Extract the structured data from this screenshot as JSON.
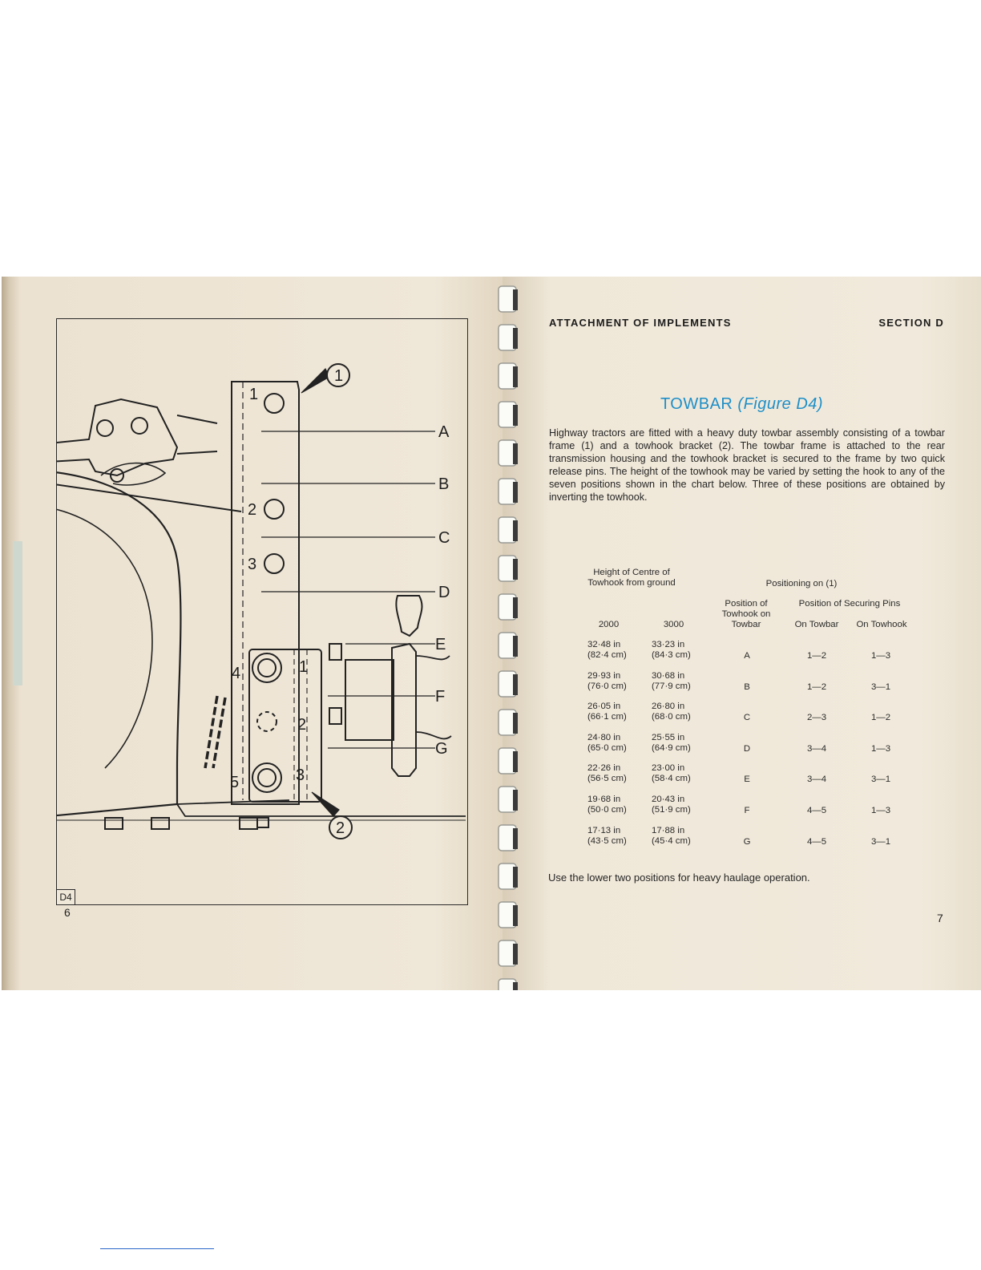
{
  "left_page": {
    "figure_label": "D4",
    "page_number": "6",
    "callouts": {
      "circled_1": "1",
      "circled_2": "2",
      "positions": [
        "A",
        "B",
        "C",
        "D",
        "E",
        "F",
        "G"
      ],
      "frame_holes": [
        "1",
        "2",
        "3"
      ],
      "bracket_numbers": [
        "1",
        "2",
        "3",
        "4",
        "5"
      ]
    }
  },
  "right_page": {
    "header_left": "ATTACHMENT  OF  IMPLEMENTS",
    "header_right": "SECTION  D",
    "title_main": "TOWBAR ",
    "title_figure": "(Figure D4)",
    "intro": "Highway tractors are fitted with a heavy duty towbar assembly consisting of a towbar frame (1) and a towhook bracket (2). The towbar frame is attached to the rear transmission housing and the towhook bracket is secured to the frame by two quick release pins. The height of the towhook may be varied by setting the hook to any of the seven positions shown in the chart below. Three of these positions are obtained by inverting the towhook.",
    "table": {
      "group_height": "Height of Centre of Towhook from ground",
      "group_positioning": "Positioning on (1)",
      "col_position": "Position of Towhook on Towbar",
      "group_pins": "Position of Securing Pins",
      "col_2000": "2000",
      "col_3000": "3000",
      "col_on_towbar": "On Towbar",
      "col_on_towhook": "On Towhook",
      "rows": [
        {
          "m2000_in": "32·48 in",
          "m2000_cm": "(82·4 cm)",
          "m3000_in": "33·23 in",
          "m3000_cm": "(84·3 cm)",
          "position": "A",
          "towbar": "1—2",
          "towhook": "1—3"
        },
        {
          "m2000_in": "29·93 in",
          "m2000_cm": "(76·0 cm)",
          "m3000_in": "30·68 in",
          "m3000_cm": "(77·9 cm)",
          "position": "B",
          "towbar": "1—2",
          "towhook": "3—1"
        },
        {
          "m2000_in": "26·05 in",
          "m2000_cm": "(66·1 cm)",
          "m3000_in": "26·80 in",
          "m3000_cm": "(68·0 cm)",
          "position": "C",
          "towbar": "2—3",
          "towhook": "1—2"
        },
        {
          "m2000_in": "24·80 in",
          "m2000_cm": "(65·0 cm)",
          "m3000_in": "25·55 in",
          "m3000_cm": "(64·9 cm)",
          "position": "D",
          "towbar": "3—4",
          "towhook": "1—3"
        },
        {
          "m2000_in": "22·26 in",
          "m2000_cm": "(56·5 cm)",
          "m3000_in": "23·00 in",
          "m3000_cm": "(58·4 cm)",
          "position": "E",
          "towbar": "3—4",
          "towhook": "3—1"
        },
        {
          "m2000_in": "19·68 in",
          "m2000_cm": "(50·0 cm)",
          "m3000_in": "20·43 in",
          "m3000_cm": "(51·9 cm)",
          "position": "F",
          "towbar": "4—5",
          "towhook": "1—3"
        },
        {
          "m2000_in": "17·13 in",
          "m2000_cm": "(43·5 cm)",
          "m3000_in": "17·88 in",
          "m3000_cm": "(45·4 cm)",
          "position": "G",
          "towbar": "4—5",
          "towhook": "3—1"
        }
      ]
    },
    "footer_note": "Use the lower two positions for heavy haulage operation.",
    "page_number": "7"
  }
}
